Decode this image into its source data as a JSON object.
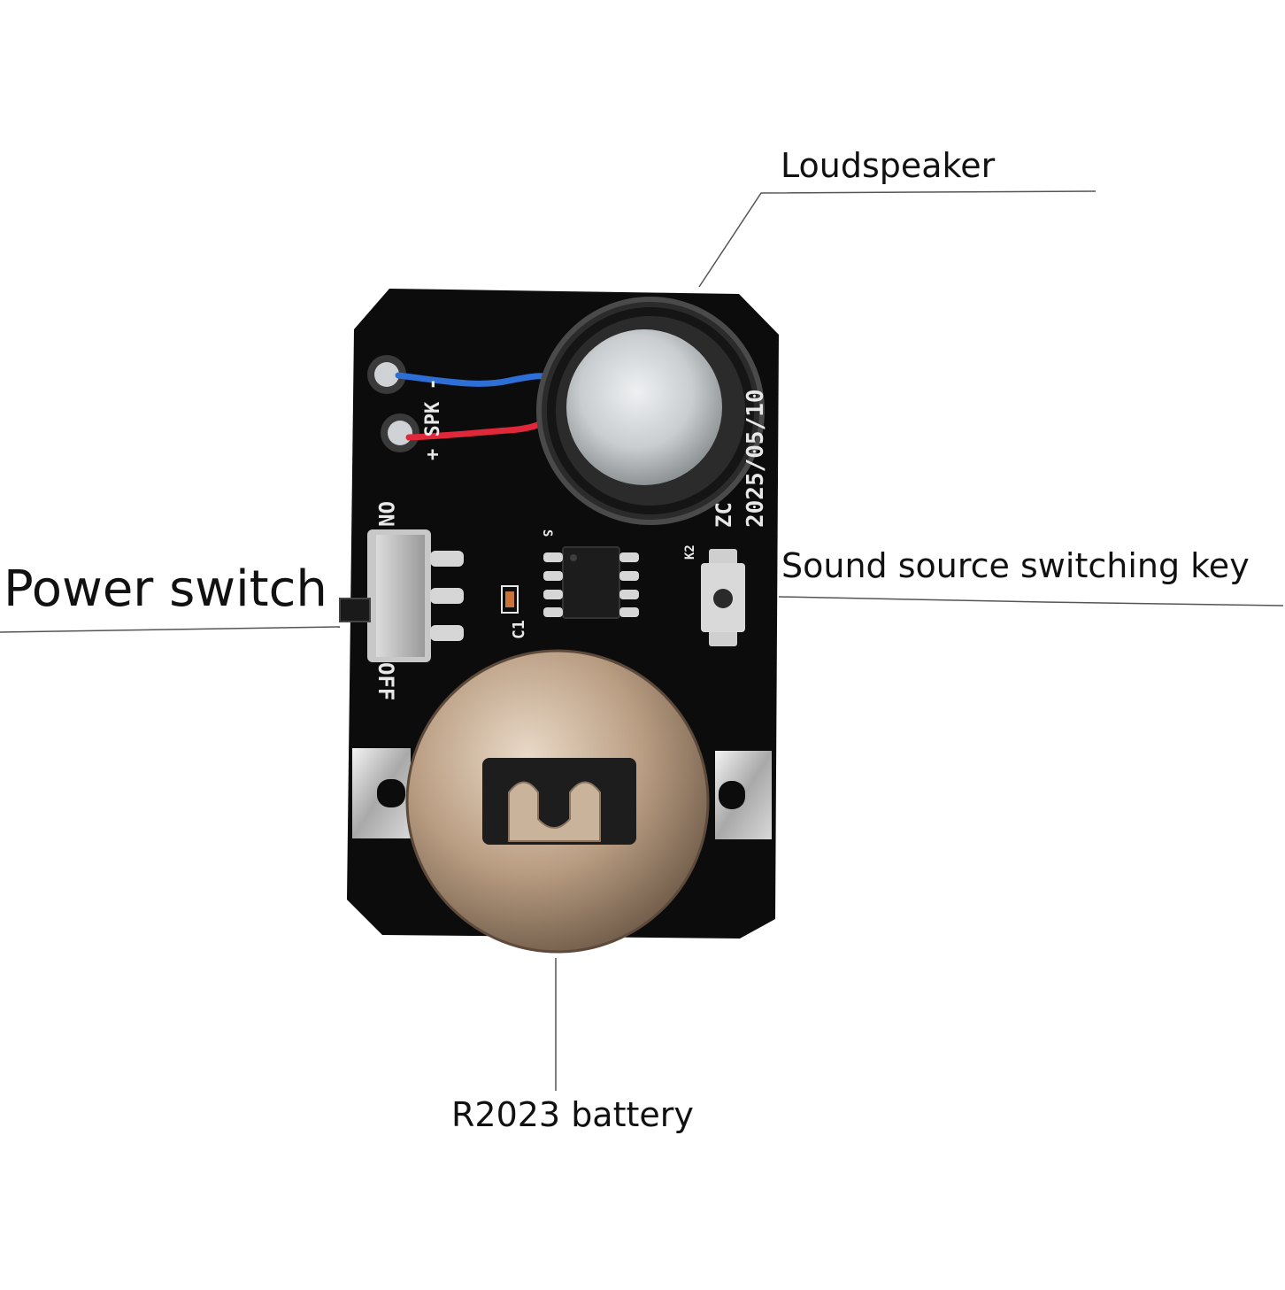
{
  "callouts": {
    "loudspeaker": "Loudspeaker",
    "sound_key": "Sound source switching key",
    "power_switch": "Power switch",
    "battery": "R2023 battery"
  },
  "silkscreen": {
    "on": "ON",
    "off": "OFF",
    "c1": "C1",
    "k2": "K2",
    "s": "S",
    "spk": "+ SPK -",
    "date": "2025/05/10",
    "zc": "ZC"
  },
  "colors": {
    "pcb": "#0c0c0c",
    "silkscreen": "#e8e8e8",
    "speaker_metal": "#c9cdd0",
    "battery_metal": "#b99d82",
    "wire_positive": "#e0283a",
    "wire_negative": "#2d6fd6",
    "leader_line": "#555555"
  }
}
